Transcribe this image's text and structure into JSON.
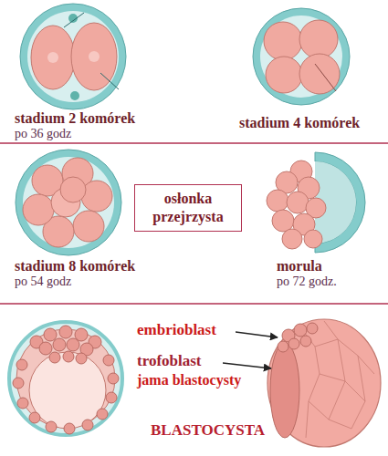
{
  "diagram": {
    "nodes": [
      {
        "text": [
          "osłonka przejrzysta"
        ]
      }
    ],
    "labels": [
      "stadium 2 komórek",
      "po 36 godz",
      "stadium 4 komórek",
      "stadium 8 komórek",
      "po 54 godz",
      "morula",
      "po 72 godz.",
      "embrioblast",
      "trofoblast",
      "jama blastocysty",
      "BLASTOCYSTA"
    ]
  }
}
